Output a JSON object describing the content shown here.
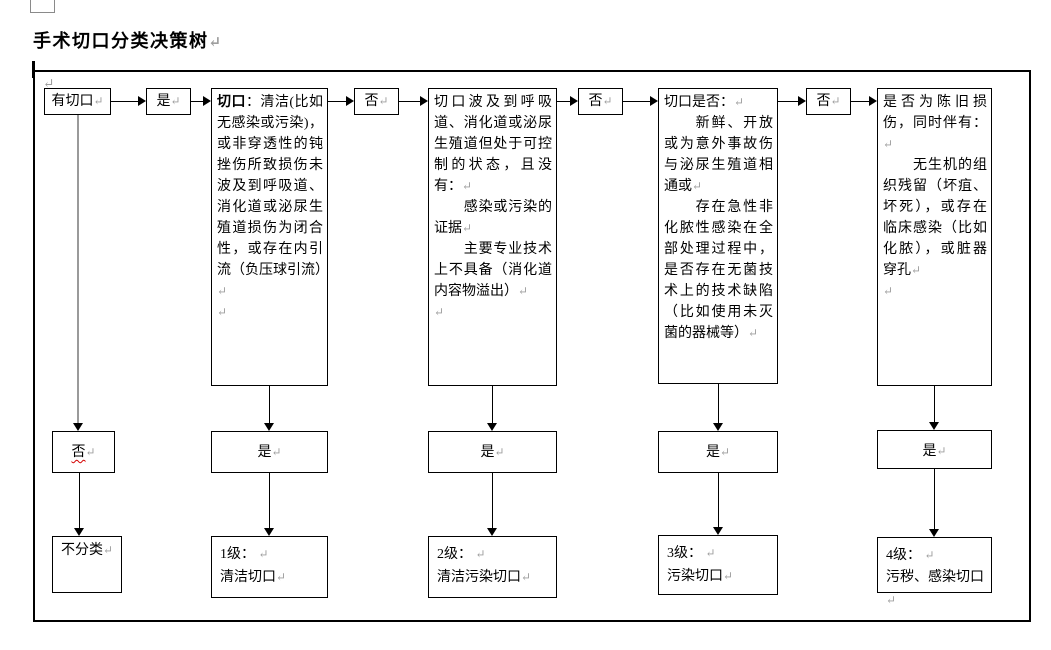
{
  "title": "手术切口分类决策树",
  "pilcrow": "↵",
  "colors": {
    "border": "#000000",
    "pilcrow_mark": "#9e9e9e",
    "spellcheck_underline": "#d40000",
    "start_connector": "#9a9a9a"
  },
  "nodes": {
    "start": "有切口↵",
    "yes_top": "是↵",
    "no_top_1": "否↵",
    "no_top_2": "否↵",
    "no_top_3": "否↵",
    "no_left": "否",
    "not_classified": "不分类↵",
    "yes_mid_1": "是↵",
    "yes_mid_2": "是↵",
    "yes_mid_3": "是↵",
    "yes_mid_4": "是↵",
    "decision1": {
      "bold": "切口",
      "text": "：清洁(比如无感染或污染)，或非穿透性的钝挫伤所致损伤未波及到呼吸道、消化道或泌尿生殖道损伤为闭合性，或存在内引流（负压球引流）↵\n↵"
    },
    "decision2": "切口波及到呼吸道、消化道或泌尿生殖道但处于可控制的状态，且没有：↵\n　　感染或污染的证据↵\n　　主要专业技术上不具备（消化道内容物溢出）↵\n↵",
    "decision3": "切口是否：↵\n　　新鲜、开放或为意外事故伤与泌尿生殖道相通或↵\n　　存在急性非化脓性感染在全部处理过程中，是否存在无菌技术上的技术缺陷（比如使用未灭菌的器械等）↵",
    "decision4": "是否为陈旧损伤，同时伴有：↵\n　　无生机的组织残留（坏疽、坏死），或存在临床感染（比如化脓），或脏器穿孔↵\n↵",
    "level1": {
      "line1": "1级： ↵",
      "line2": "清洁切口↵"
    },
    "level2": {
      "line1": "2级： ↵",
      "line2": "清洁污染切口↵"
    },
    "level3": {
      "line1": "3级： ↵",
      "line2": "污染切口↵"
    },
    "level4": {
      "line1": "4级： ↵",
      "line2": "污秽、感染切口↵"
    }
  }
}
